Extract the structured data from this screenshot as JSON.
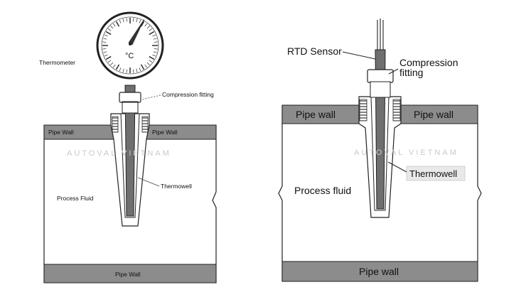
{
  "left_diagram": {
    "thermometer_label": "Thermometer",
    "compression_fitting_label": "Compression fitting",
    "pipe_wall_left": "Pipe Wall",
    "pipe_wall_right": "Pipe Wall",
    "pipe_wall_bottom": "Pipe Wall",
    "thermowell_label": "Thermowell",
    "process_fluid_label": "Process Fluid",
    "dial_unit": "°C",
    "watermark": "AUTOVAL VIETNAM"
  },
  "right_diagram": {
    "rtd_sensor_label": "RTD Sensor",
    "compression_fitting_line1": "Compression",
    "compression_fitting_line2": "fitting",
    "pipe_wall_left": "Pipe wall",
    "pipe_wall_right": "Pipe wall",
    "pipe_wall_bottom": "Pipe wall",
    "thermowell_label": "Thermowell",
    "process_fluid_label": "Process fluid",
    "watermark": "AUTOVAL VIETNAM"
  },
  "colors": {
    "wall_fill": "#8c8c8c",
    "well_fill": "#6f6f6f",
    "outline": "#222222",
    "watermark": "#c9c9c9"
  }
}
